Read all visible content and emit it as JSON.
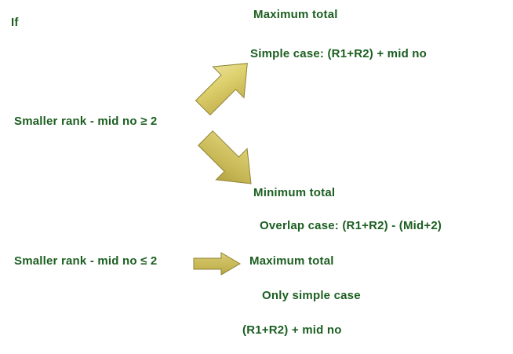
{
  "diagram": {
    "title_label": "If",
    "background_color": "#ffffff",
    "text_color": "#1b5e20",
    "arrow_fill_color": "#ccbb55",
    "arrow_highlight_color": "#e3d98a",
    "arrow_shadow_color": "#9c8f3c",
    "branches": [
      {
        "condition": "Smaller rank - mid no ≥ 2",
        "arrow": "arrow-up-right-icon",
        "outcomes": [
          "Maximum total",
          "Simple case: (R1+R2) + mid no"
        ]
      },
      {
        "condition": "Smaller rank - mid no ≥ 2",
        "arrow": "arrow-down-right-icon",
        "outcomes": [
          "Minimum total",
          "Overlap case: (R1+R2) - (Mid+2)"
        ]
      },
      {
        "condition": "Smaller rank - mid no ≤ 2",
        "arrow": "arrow-right-icon",
        "outcomes": [
          "Maximum total",
          "Only simple case",
          "(R1+R2) + mid no"
        ]
      }
    ],
    "labels": {
      "if": "If",
      "condition_ge": "Smaller rank - mid no ≥ 2",
      "condition_le": "Smaller rank - mid no ≤ 2",
      "maximum_total_top": "Maximum total",
      "simple_case": "Simple case: (R1+R2) + mid no",
      "minimum_total": "Minimum total",
      "overlap_case": "Overlap case: (R1+R2) - (Mid+2)",
      "maximum_total_bottom": "Maximum total",
      "only_simple_case": "Only simple case",
      "formula": "(R1+R2) + mid no"
    }
  }
}
